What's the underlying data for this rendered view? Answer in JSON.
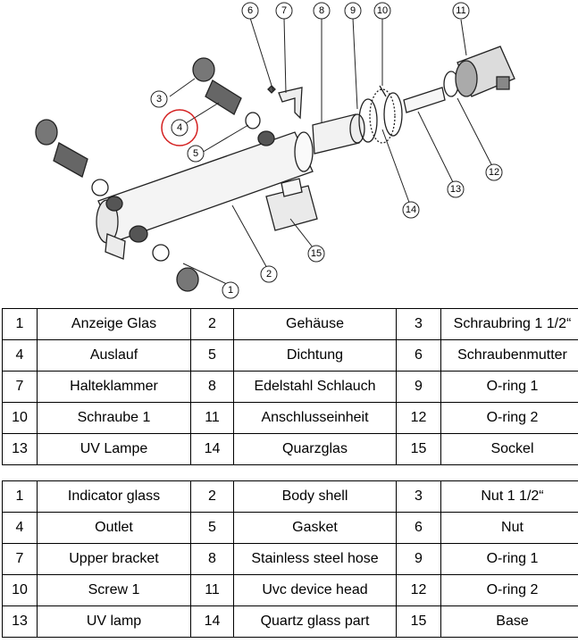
{
  "diagram": {
    "callouts": [
      "1",
      "2",
      "3",
      "4",
      "5",
      "6",
      "7",
      "8",
      "9",
      "10",
      "11",
      "12",
      "13",
      "14",
      "15"
    ],
    "highlight_color": "#d42020",
    "highlighted_callout": "4"
  },
  "tables": {
    "de": [
      [
        {
          "n": "1",
          "label": "Anzeige Glas"
        },
        {
          "n": "2",
          "label": "Gehäuse"
        },
        {
          "n": "3",
          "label": "Schraubring 1 1/2“"
        }
      ],
      [
        {
          "n": "4",
          "label": "Auslauf"
        },
        {
          "n": "5",
          "label": "Dichtung"
        },
        {
          "n": "6",
          "label": "Schraubenmutter"
        }
      ],
      [
        {
          "n": "7",
          "label": "Halteklammer"
        },
        {
          "n": "8",
          "label": "Edelstahl Schlauch"
        },
        {
          "n": "9",
          "label": "O-ring 1"
        }
      ],
      [
        {
          "n": "10",
          "label": "Schraube 1"
        },
        {
          "n": "11",
          "label": "Anschlusseinheit"
        },
        {
          "n": "12",
          "label": "O-ring 2"
        }
      ],
      [
        {
          "n": "13",
          "label": "UV Lampe"
        },
        {
          "n": "14",
          "label": "Quarzglas"
        },
        {
          "n": "15",
          "label": "Sockel"
        }
      ]
    ],
    "en": [
      [
        {
          "n": "1",
          "label": "Indicator glass"
        },
        {
          "n": "2",
          "label": "Body shell"
        },
        {
          "n": "3",
          "label": "Nut 1 1/2“"
        }
      ],
      [
        {
          "n": "4",
          "label": "Outlet"
        },
        {
          "n": "5",
          "label": "Gasket"
        },
        {
          "n": "6",
          "label": "Nut"
        }
      ],
      [
        {
          "n": "7",
          "label": "Upper bracket"
        },
        {
          "n": "8",
          "label": "Stainless steel hose"
        },
        {
          "n": "9",
          "label": "O-ring 1"
        }
      ],
      [
        {
          "n": "10",
          "label": "Screw 1"
        },
        {
          "n": "11",
          "label": "Uvc device head"
        },
        {
          "n": "12",
          "label": "O-ring 2"
        }
      ],
      [
        {
          "n": "13",
          "label": "UV lamp"
        },
        {
          "n": "14",
          "label": "Quartz glass part"
        },
        {
          "n": "15",
          "label": "Base"
        }
      ]
    ]
  }
}
